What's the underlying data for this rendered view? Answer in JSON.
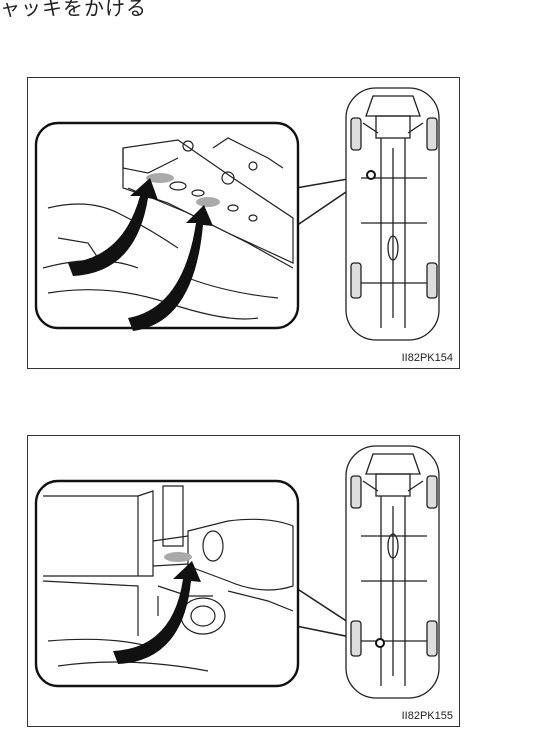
{
  "page": {
    "top_text": "ャッキをかける"
  },
  "figures": [
    {
      "code": "II82PK154"
    },
    {
      "code": "II82PK155"
    }
  ]
}
